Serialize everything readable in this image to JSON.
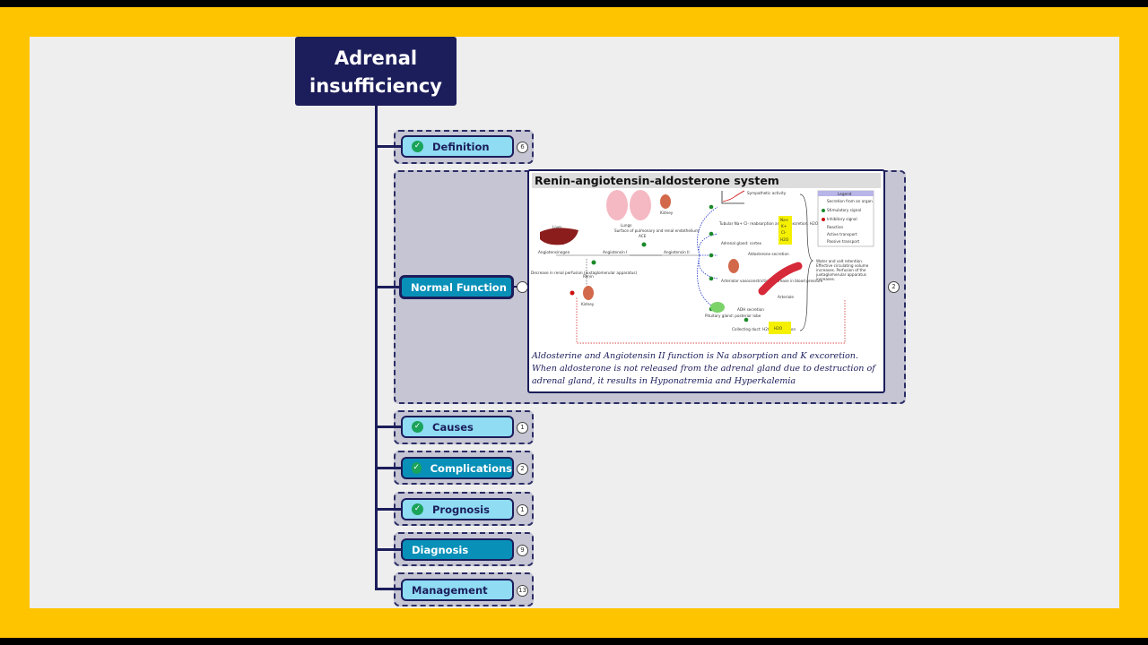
{
  "mindmap": {
    "root": {
      "title": "Adrenal insufficiency"
    },
    "topics": [
      {
        "label": "Definition",
        "count": "6",
        "checked": true,
        "style": "light"
      },
      {
        "label": "Normal Function",
        "count": "2",
        "checked": false,
        "style": "dark"
      },
      {
        "label": "Causes",
        "count": "1",
        "checked": true,
        "style": "light"
      },
      {
        "label": "Complications",
        "count": "2",
        "checked": true,
        "style": "dark"
      },
      {
        "label": "Prognosis",
        "count": "1",
        "checked": true,
        "style": "light"
      },
      {
        "label": "Diagnosis",
        "count": "9",
        "checked": false,
        "style": "dark"
      },
      {
        "label": "Management",
        "count": "13",
        "checked": false,
        "style": "light"
      }
    ]
  },
  "raas_card": {
    "title": "Renin-angiotensin-aldosterone system",
    "caption": "Aldosterine and Angiotensin II  function is Na absorption and K excoretion. When aldosterone is not released from the adrenal gland due to destruction of adrenal gland, it results in  Hyponatremia and Hyperkalemia",
    "diagram_labels": {
      "liver": "Liver",
      "angiotensinogen": "Angiotensinogen",
      "lungs": "Lungs",
      "lung_surface": "Surface of pulmonary and renal endothelium:",
      "ace": "ACE",
      "kidney_top": "Kidney",
      "angiotensin_1": "Angiotensin I",
      "angiotensin_2": "Angiotensin II",
      "renin": "Renin",
      "decrease": "Decrease in renal perfusion (juxtaglomerular apparatus)",
      "kidney_bottom": "Kidney",
      "sympathetic": "Sympathetic activity",
      "tubular": "Tubular Na+ Cl- reabsorption and K+ excretion. H2O retention",
      "adrenal": "Adrenal gland: cortex",
      "aldosterone": "Aldosterone secretion",
      "arteriolar": "Arteriolar vasoconstriction. Increase in blood pressure",
      "arteriole": "Arteriole",
      "pituitary": "Pituitary gland: posterior lobe",
      "adh": "ADH secretion",
      "collecting": "Collecting duct: H2O reabsorption",
      "water": "Water and salt retention. Effective circulating volume increases. Perfusion of the juxtaglomerular apparatus increases.",
      "legend_title": "Legend",
      "legend_items": [
        "Secretion from an organ",
        "Stimulatory signal",
        "Inhibitory signal",
        "Reaction",
        "Active transport",
        "Passive transport"
      ],
      "ions": [
        "Na+",
        "K+",
        "Cl-",
        "H2O"
      ],
      "h2o": "H2O"
    }
  },
  "colors": {
    "frame": "#ffc400",
    "canvas": "#eeeeee",
    "navy": "#1c1d5b",
    "light_node": "#8fdcf3",
    "dark_node": "#0890b8",
    "check": "#1aa35a"
  }
}
